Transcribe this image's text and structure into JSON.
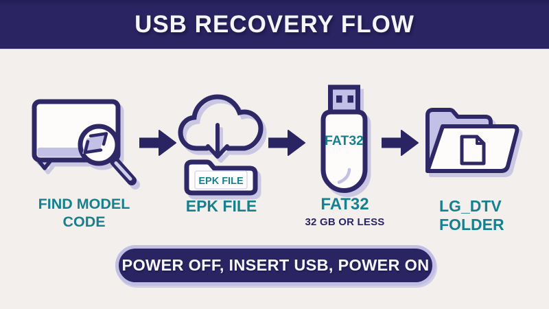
{
  "header": {
    "title": "USB RECOVERY FLOW"
  },
  "steps": [
    {
      "name": "find-model-code",
      "label": "FIND MODEL CODE",
      "label_line1": "FIND MODEL",
      "label_line2": "CODE"
    },
    {
      "name": "epk-file",
      "label": "EPK FILE",
      "badge": "EPK FILE"
    },
    {
      "name": "fat32",
      "label": "FAT32",
      "badge": "FAT32",
      "sublabel": "32 GB OR LESS"
    },
    {
      "name": "lg-dtv-folder",
      "label": "LG_DTV FOLDER",
      "label_line1": "LG_DTV",
      "label_line2": "FOLDER"
    }
  ],
  "footer": {
    "instruction": "POWER OFF, INSERT USB, POWER ON"
  },
  "palette": {
    "navy": "#2a2462",
    "stroke_navy": "#2e2867",
    "teal": "#17808e",
    "lavender": "#c2c0e6",
    "background": "#f2efec",
    "icon_fill": "#fdfcfa",
    "text_white": "#f5f4f8"
  }
}
